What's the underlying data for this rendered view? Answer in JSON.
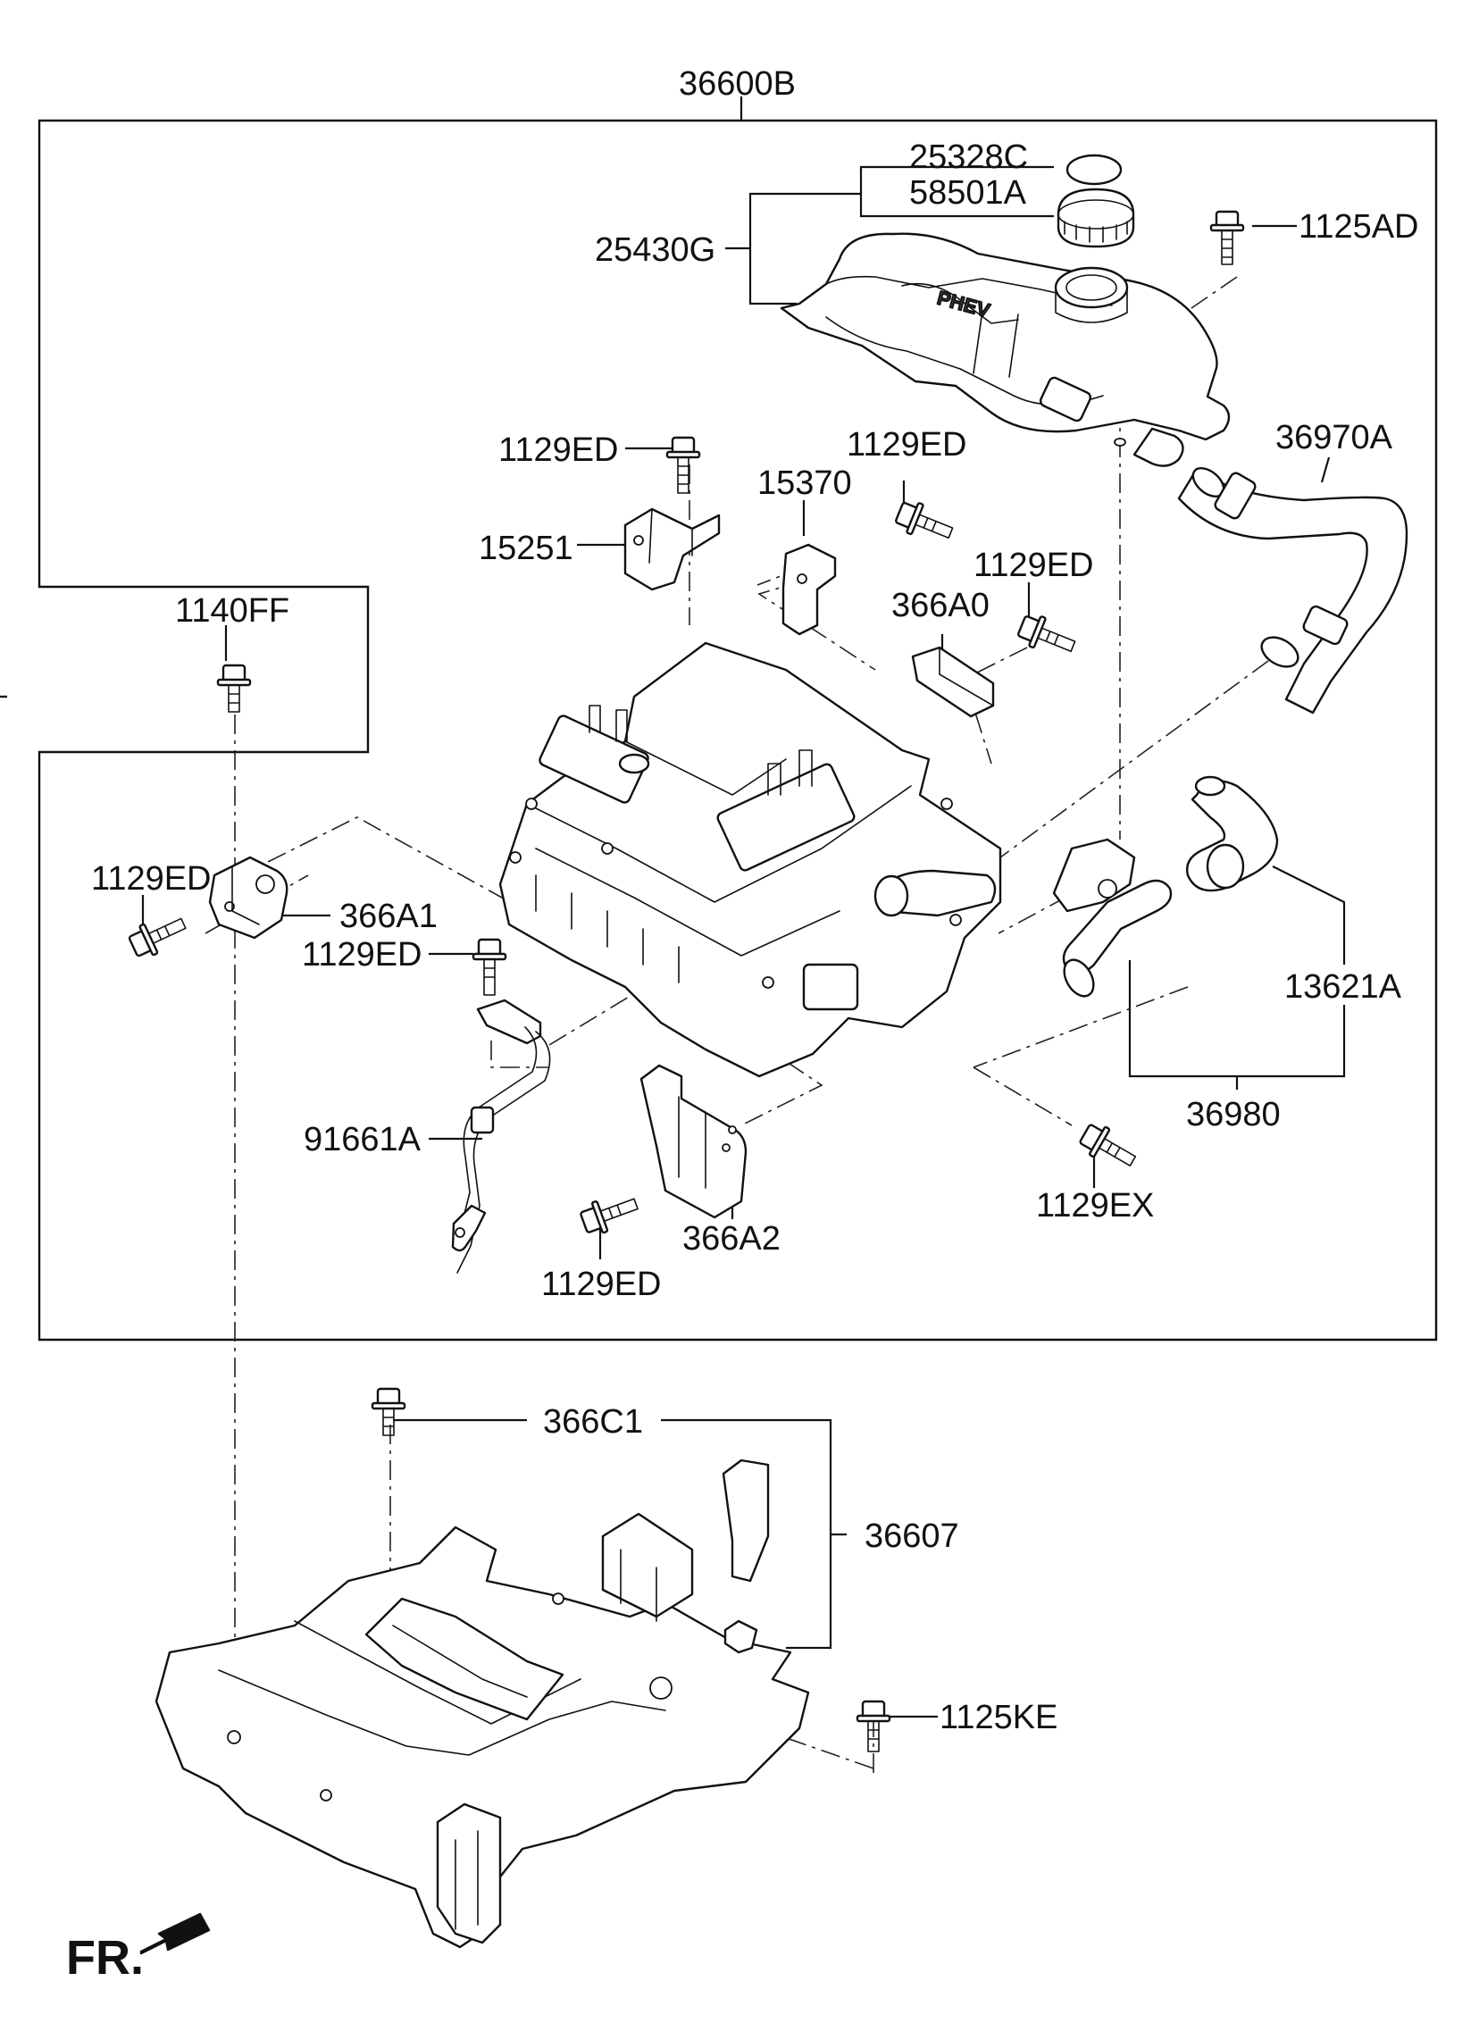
{
  "diagram": {
    "front_indicator": "FR.",
    "labels": {
      "assembly": "36600B",
      "gasket": "25328C",
      "cap": "58501A",
      "reservoir": "25430G",
      "bolt_reservoir": "1125AD",
      "hose_upper": "36970A",
      "bolt_15251": "1129ED",
      "bracket_15251": "15251",
      "bracket_15370": "15370",
      "bolt_15370": "1129ED",
      "bolt_366a0": "1129ED",
      "bracket_366a0": "366A0",
      "bolt_1140ff": "1140FF",
      "bolt_left": "1129ED",
      "bracket_366a1": "366A1",
      "bolt_ground": "1129ED",
      "hose_13621a": "13621A",
      "hose_set": "36980",
      "ground_cable": "91661A",
      "bracket_366a2": "366A2",
      "bolt_1129ex": "1129EX",
      "bolt_bottom": "1129ED",
      "bolt_366c1": "366C1",
      "tray": "36607",
      "bolt_1125ke": "1125KE"
    }
  }
}
